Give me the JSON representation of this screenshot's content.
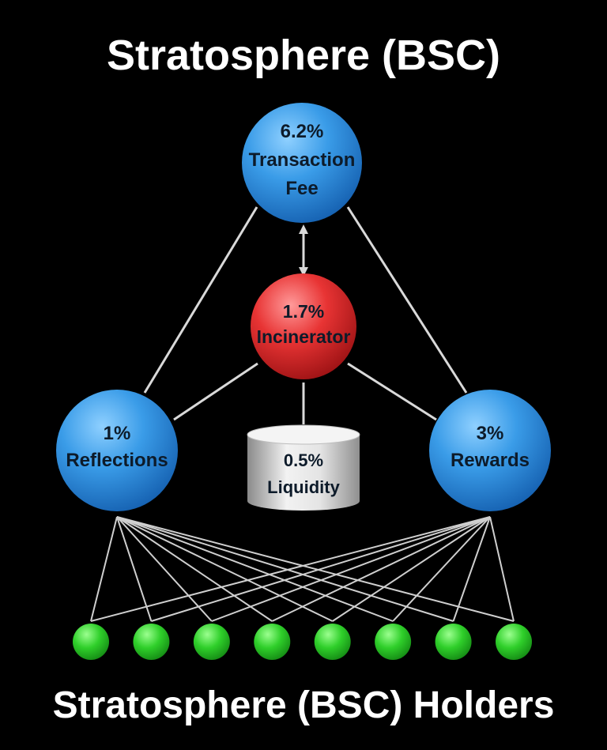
{
  "title": "Stratosphere (BSC)",
  "footer": "Stratosphere (BSC) Holders",
  "nodes": {
    "fee": {
      "line1": "6.2%",
      "line2": "Transaction",
      "line3": "Fee"
    },
    "incinerator": {
      "line1": "1.7%",
      "line2": "Incinerator"
    },
    "reflections": {
      "line1": "1%",
      "line2": "Reflections"
    },
    "rewards": {
      "line1": "3%",
      "line2": "Rewards"
    },
    "liquidity": {
      "line1": "0.5%",
      "line2": "Liquidity"
    }
  },
  "holders_count": 8,
  "colors": {
    "background": "#000000",
    "blue_node": "#2f8fe0",
    "red_node": "#e5282c",
    "green_node": "#27c22a",
    "cylinder": "#cfcfcf",
    "connector": "#d9d9d9"
  }
}
